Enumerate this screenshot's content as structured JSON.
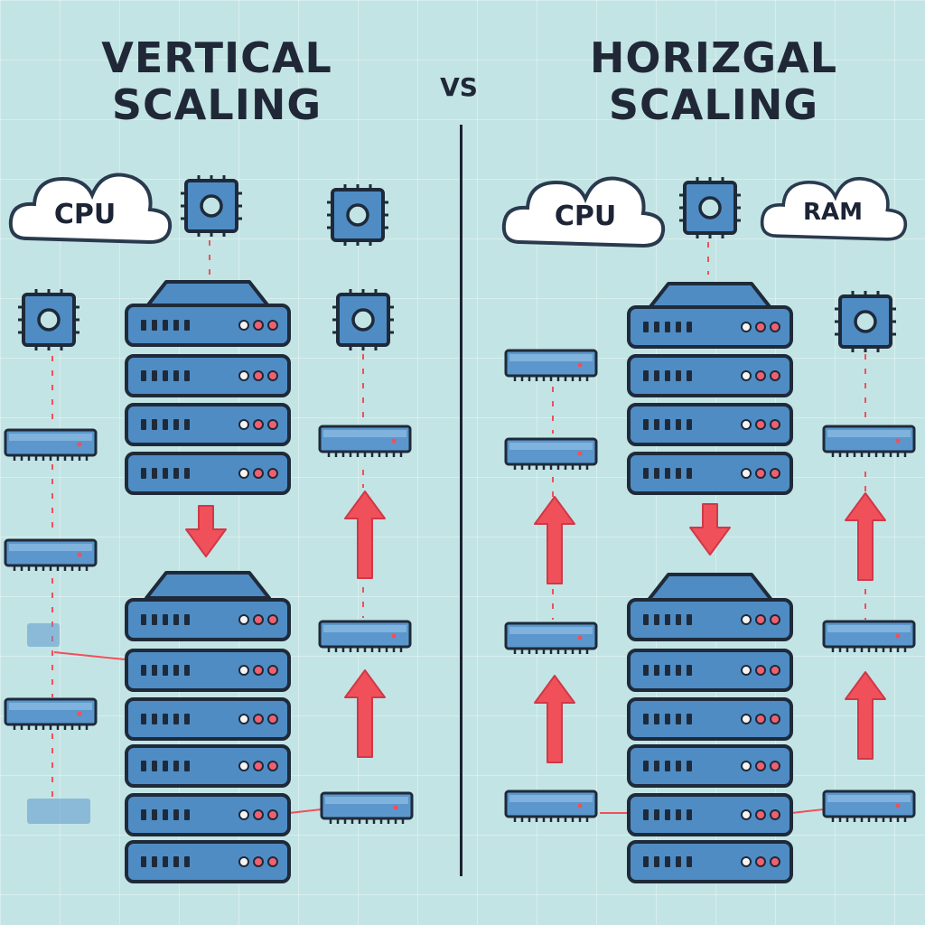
{
  "left": {
    "title_line1": "VERTICAL",
    "title_line2": "SCALING",
    "cloud_label": "CPU"
  },
  "vs_label": "VS",
  "right": {
    "title_line1": "HORIZGAL",
    "title_line2": "SCALING",
    "cloud_cpu_label": "CPU",
    "cloud_ram_label": "RAM"
  },
  "icons": [
    "cloud-icon",
    "chip-icon",
    "ram-module-icon",
    "server-rack-icon",
    "arrow-up-icon",
    "arrow-down-icon"
  ],
  "colors": {
    "background": "#c3e4e4",
    "server_blue": "#4f8cc4",
    "server_dark": "#2a3a4e",
    "arrow_red": "#f0505a",
    "cloud_white": "#ffffff"
  }
}
